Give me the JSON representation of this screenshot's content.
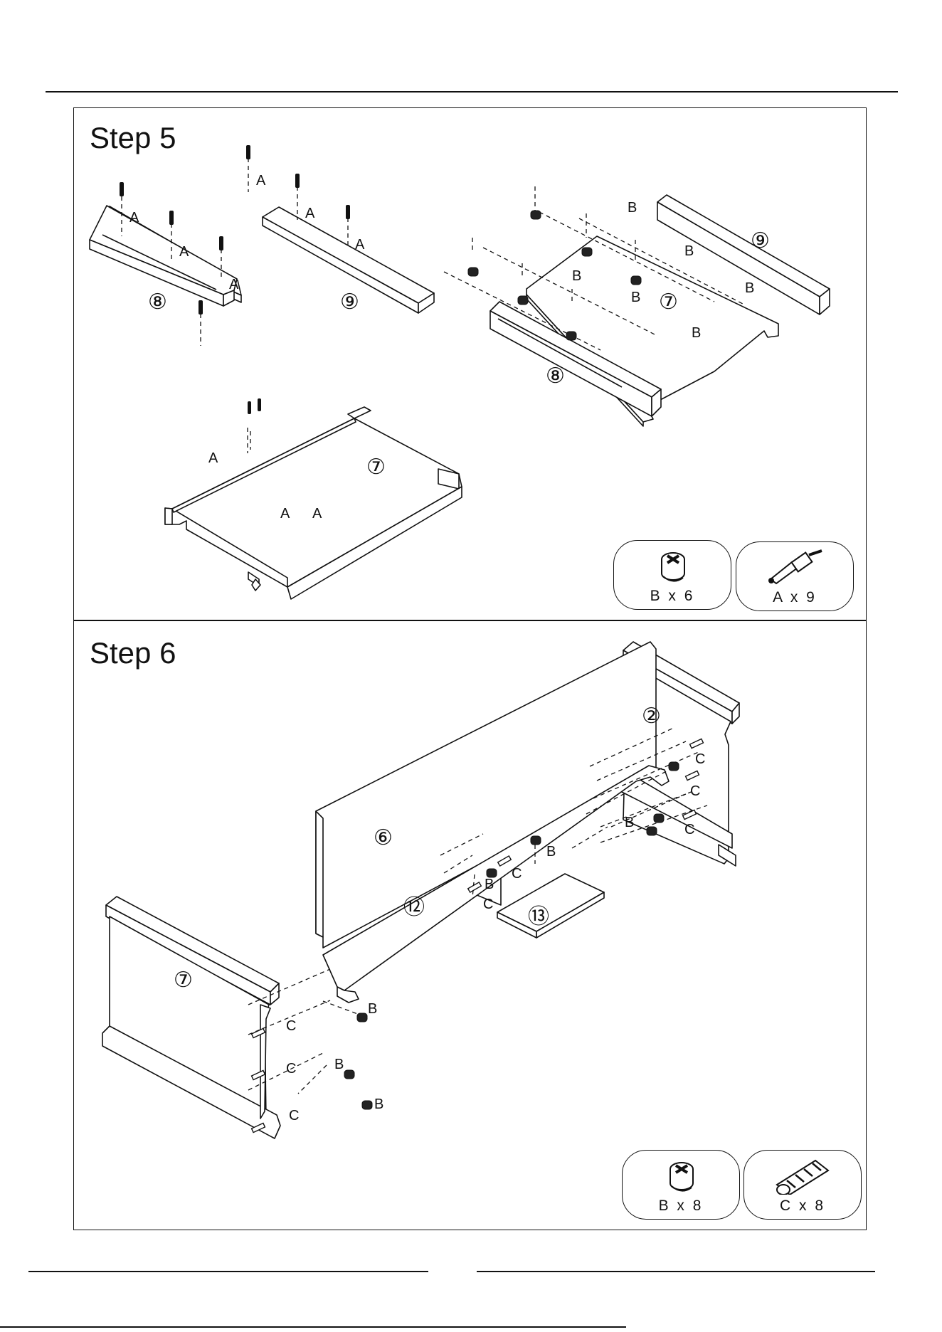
{
  "steps": [
    {
      "title": "Step 5",
      "legend": [
        {
          "label": "B x 6",
          "icon": "cam-lock-icon"
        },
        {
          "label": "A x 9",
          "icon": "cam-bolt-icon"
        }
      ]
    },
    {
      "title": "Step 6",
      "legend": [
        {
          "label": "B x 8",
          "icon": "cam-lock-icon"
        },
        {
          "label": "C x 8",
          "icon": "wooden-dowel-icon"
        }
      ]
    }
  ],
  "callouts": {
    "a": "A",
    "b": "B",
    "c": "C",
    "p2": "②",
    "p6": "⑥",
    "p7": "⑦",
    "p8": "⑧",
    "p9": "⑨",
    "p12": "⑫",
    "p13": "⑬"
  }
}
